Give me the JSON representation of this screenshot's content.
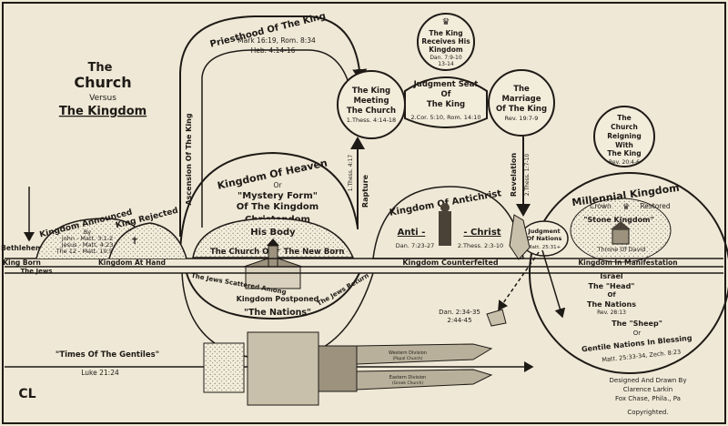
{
  "title": {
    "line1": "The",
    "line2": "Church",
    "line3": "Versus",
    "line4": "The Kingdom"
  },
  "priesthood": {
    "title": "Priesthood Of The King",
    "ref1": "Mark 16:19, Rom. 8:34",
    "ref2": "Heb. 4:14-16"
  },
  "king_receives": {
    "l1": "The King",
    "l2": "Receives His",
    "l3": "Kingdom",
    "ref1": "Dan. 7:9-10",
    "ref2": "13-14"
  },
  "meeting": {
    "l1": "The King",
    "l2": "Meeting",
    "l3": "The Church",
    "ref": "1.Thess. 4:14-18"
  },
  "judgment": {
    "l1": "Judgment Seat",
    "l2": "Of",
    "l3": "The King",
    "ref": "2.Cor. 5:10, Rom. 14:10"
  },
  "marriage": {
    "l1": "The",
    "l2": "Marriage",
    "l3": "Of The King",
    "ref": "Rev. 19:7-9"
  },
  "reigning": {
    "l1": "The",
    "l2": "Church",
    "l3": "Reigning",
    "l4": "With",
    "l5": "The King",
    "ref": "Rev. 20:4-6"
  },
  "ascension": "Ascension Of The King",
  "rapture": "Rapture",
  "rapture_ref": "1.Thess. 4:17",
  "revelation": "Revelation",
  "revelation_ref": "2.Thess. 1:7-10",
  "kingdom_heaven": {
    "l1": "Kingdom Of Heaven",
    "l2": "Or",
    "l3": "\"Mystery Form\"",
    "l4": "Of The Kingdom",
    "l5": "Christendom"
  },
  "his_body": "His Body",
  "church_of_newborn": {
    "left": "The Church Of",
    "right": "The New Born"
  },
  "antichrist": {
    "title": "Kingdom Of Antichrist",
    "anti": "Anti -",
    "christ": "- Christ",
    "ref1": "Dan. 7:23-27",
    "ref2": "2.Thess. 2:3-10"
  },
  "judgment_nations": {
    "l1": "Judgment",
    "l2": "Of Nations",
    "ref": "Matt. 25:31+"
  },
  "millennial": {
    "l1": "Millennial Kingdom",
    "l2": "Crown",
    "l3": "Restored",
    "stone": "\"Stone Kingdom\"",
    "throne": "Throne Of David"
  },
  "left_bands": {
    "bethlehem": "Bethlehem",
    "king_born": "King Born",
    "the_jews": "The Jews"
  },
  "announced": {
    "title": "Kingdom Announced",
    "by": "By",
    "l1": "John - Matt. 3:1-2",
    "l2": "Jesus - Matt. 4:23",
    "l3": "The 12 - Matt. 10:5-8"
  },
  "rejected": "King Rejected",
  "band_labels": {
    "at_hand": "Kingdom At Hand",
    "counterfeited": "Kingdom Counterfeited",
    "manifestation": "Kingdom In Manifestation",
    "scattered": "The Jews Scattered Among",
    "return": "The Jews Return",
    "postponed": "Kingdom Postponed",
    "nations": "\"The Nations\""
  },
  "israel": {
    "l1": "Israel",
    "l2": "The \"Head\"",
    "l3": "Of",
    "l4": "The Nations",
    "ref": "Rev. 28:13"
  },
  "sheep": {
    "l1": "The \"Sheep\"",
    "l2": "Or",
    "l3": "Gentile Nations In Blessing",
    "ref": "Matt. 25:33-34, Zech. 8:23"
  },
  "dan": {
    "l1": "Dan. 2:34-35",
    "l2": "2:44-45"
  },
  "times": {
    "l1": "\"Times Of The Gentiles\"",
    "ref": "Luke 21:24"
  },
  "image_labels": {
    "western": "Western Division",
    "western_sub": "(Papal Church)",
    "eastern": "Eastern Division",
    "eastern_sub": "(Greek Church)"
  },
  "credit": {
    "l1": "Designed And Drawn By",
    "l2": "Clarence Larkin",
    "l3": "Fox Chase, Phila., Pa",
    "l4": "Copyrighted."
  },
  "monogram": "CL"
}
